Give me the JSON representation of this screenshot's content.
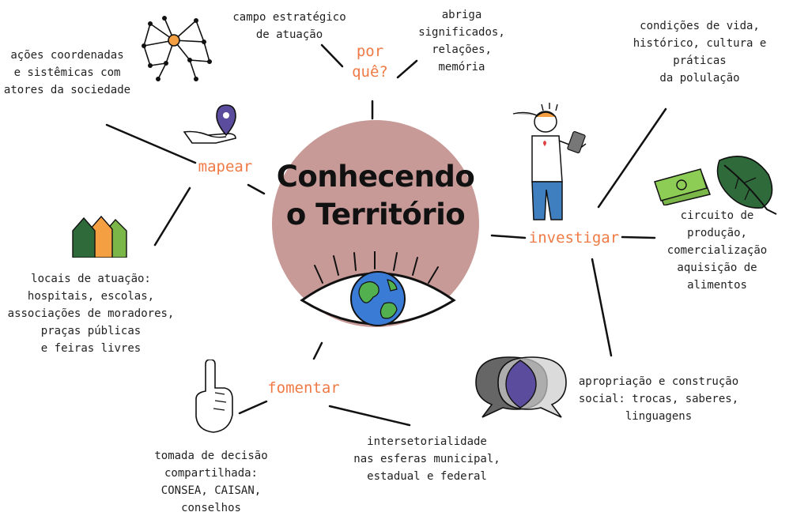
{
  "title": "Conhecendo\no Território",
  "verbs": {
    "porque": "por\nquê?",
    "mapear": "mapear",
    "investigar": "investigar",
    "fomentar": "fomentar"
  },
  "notes": {
    "campo": "campo estratégico\nde atuação",
    "abriga": "abriga\nsignificados,\nrelações,\nmemória",
    "condicoes": "condições de vida,\nhistórico, cultura e práticas\nda polulação",
    "acoes": "ações coordenadas\ne sistêmicas com\natores da sociedade",
    "circuito": "circuito de\nprodução,\ncomercialização\naquisição de\nalimentos",
    "locais": "locais de atuação:\nhospitais, escolas,\nassociações de moradores,\npraças públicas\ne feiras livres",
    "apropriacao": "apropriação e construção\nsocial: trocas, saberes,\nlinguagens",
    "intersetorialidade": "intersetorialidade\nnas esferas municipal,\nestadual e federal",
    "tomada": "tomada de decisão\ncompartilhada:\nCONSEA, CAISAN,\nconselhos"
  },
  "colors": {
    "accent": "#f07a45",
    "circle": "#c79a97",
    "ink": "#111111",
    "money": "#7ab648",
    "leaf": "#2f6b3a",
    "pin": "#5b4c9e",
    "jeans": "#3f7fc0",
    "globe_water": "#3a7bd5",
    "globe_land": "#52b04f"
  },
  "icons": [
    "network-icon",
    "location-hand-icon",
    "houses-icon",
    "person-icon",
    "money-icon",
    "leaf-icon",
    "speech-bubbles-icon",
    "pointing-hand-icon",
    "eye-globe-icon"
  ]
}
